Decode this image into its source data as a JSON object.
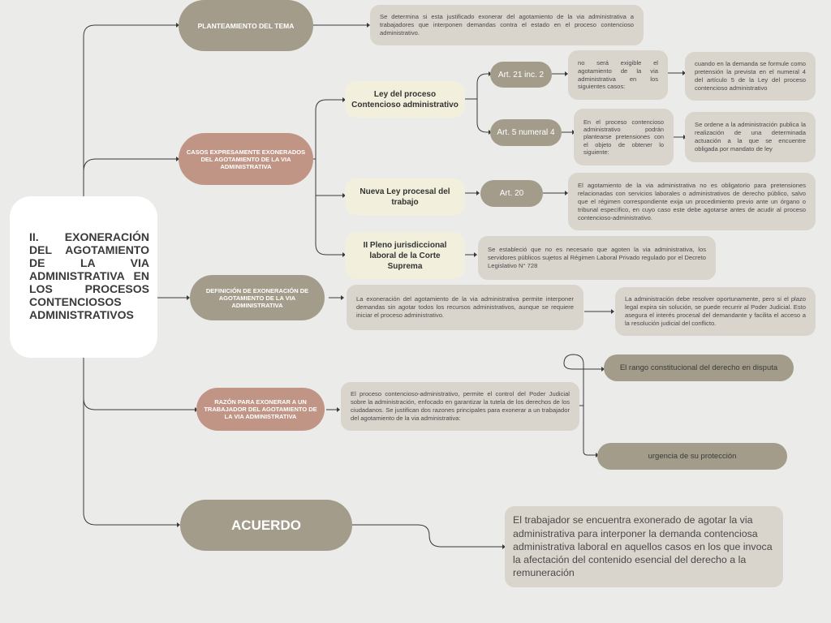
{
  "title": "II. EXONERACIÓN DEL AGOTAMIENTO DE LA VIA ADMINISTRATIVA EN LOS PROCESOS CONTENCIOSOS ADMINISTRATIVOS",
  "colors": {
    "background": "#ebebea",
    "pill_gray": "#a39c8b",
    "pill_rose": "#c19585",
    "cream": "#f2f0dc",
    "note": "#d9d4cc",
    "line": "#3a3a3a"
  },
  "branches": {
    "planteamiento": {
      "label": "PLANTEAMIENTO DEL TEMA",
      "note": "Se determina si esta justificado exonerar del agotamiento de la via administrativa a trabajadores que interponen demandas contra el estado en el proceso contencioso administrativo."
    },
    "casos": {
      "label": "CASOS EXPRESAMENTE EXONERADOS DEL AGOTAMIENTO DE LA VIA ADMINISTRATIVA",
      "ley_contencioso": {
        "label": "Ley del proceso Contencioso administrativo",
        "art21": {
          "label": "Art. 21 inc. 2",
          "note": "no será exigible el agotamiento de la via administrativa en los siguientes casos:",
          "detail": "cuando en la demanda se formule como pretensión la prevista en el numeral 4 del artículo 5 de la Ley del proceso contencioso administrativo"
        },
        "art5": {
          "label": "Art. 5 numeral 4",
          "note": "En el proceso contencioso administrativo podrán plantearse pretensiones con el objeto de obtener lo siguiente:",
          "detail": "Se ordene a la administración publica la realización de una determinada actuación a la que se encuentre obligada por mandato de ley"
        }
      },
      "nueva_ley": {
        "label": "Nueva Ley procesal del trabajo",
        "art20": {
          "label": "Art. 20",
          "note": "El agotamiento de la via administrativa no es obligatorio para pretensiones relacionadas con servicios laborales o administrativos de derecho público, salvo que el régimen correspondiente exija un procedimiento previo ante un órgano o tribunal específico, en cuyo caso este debe agotarse antes de acudir al proceso contencioso-administrativo."
        }
      },
      "pleno": {
        "label": "II Pleno jurisdiccional laboral de la Corte Suprema",
        "note": "Se estableció que no es necesario que agoten la via administrativa, los servidores públicos sujetos al Régimen Laboral Privado regulado por el Decreto Legislativo N° 728"
      }
    },
    "definicion": {
      "label": "DEFINICIÓN DE EXONERACIÓN DE AGOTAMIENTO DE LA VIA ADMINISTRATIVA",
      "note": "La exoneración del agotamiento de la via administrativa permite interponer demandas sin agotar todos los recursos administrativos, aunque se requiere iniciar el proceso administrativo.",
      "detail": "La administración debe resolver oportunamente, pero si el plazo legal expira sin solución, se puede recurrir al Poder Judicial. Esto asegura el interés procesal del demandante y facilita el acceso a la resolución judicial del conflicto."
    },
    "razon": {
      "label": "RAZÓN PARA EXONERAR A UN TRABAJADOR DEL AGOTAMIENTO DE LA VIA ADMINISTRATIVA",
      "note": "El proceso contencioso-administrativo, permite el control del Poder Judicial sobre la administración, enfocado en garantizar la tutela de los derechos de los ciudadanos. Se justifican dos razones principales para exonerar a un trabajador del agotamiento de la via administrativa:",
      "reason1": "El rango constitucional del derecho en disputa",
      "reason2": "urgencia de su protección"
    },
    "acuerdo": {
      "label": "ACUERDO",
      "note": "El trabajador se encuentra exonerado de agotar la via administrativa para interponer la demanda contenciosa administrativa laboral en aquellos casos en los que invoca la afectación del contenido esencial del derecho a la remuneración"
    }
  }
}
